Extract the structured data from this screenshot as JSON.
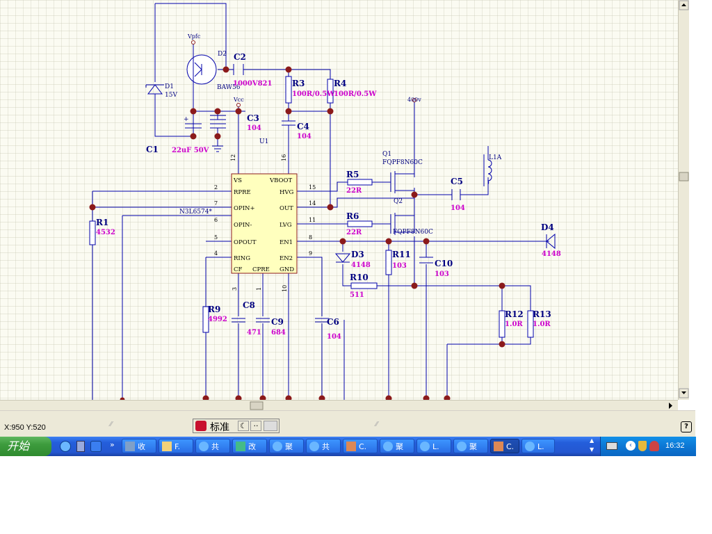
{
  "schematic": {
    "components": {
      "c1": "C1",
      "c1_value": "22uF 50V",
      "d1": "D1",
      "d1_value": "15V",
      "d2": "D2",
      "d2_value": "BAW56",
      "vpfc": "Vpfc",
      "vcc": "Vcc",
      "v400": "400v",
      "c2": "C2",
      "c2_value": "1000V821",
      "r3": "R3",
      "r3_value": "100R/0.5W",
      "r4": "R4",
      "r4_value": "100R/0.5W",
      "c3": "C3",
      "c3_value": "104",
      "c4": "C4",
      "c4_value": "104",
      "u1": "U1",
      "q1": "Q1",
      "q1_value": "FQPF8N60C",
      "q2": "Q2",
      "q2_value": "FQPF8N60C",
      "l1a": "L1A",
      "c5": "C5",
      "c5_value": "104",
      "r5": "R5",
      "r5_value": "22R",
      "r6": "R6",
      "r6_value": "22R",
      "d4": "D4",
      "d4_value": "4148",
      "r1": "R1",
      "r1_value": "4532",
      "n3l": "N3L6574*",
      "d3": "D3",
      "d3_value": "4148",
      "r11": "R11",
      "r11_value": "103",
      "c10": "C10",
      "c10_value": "103",
      "r10": "R10",
      "r10_value": "511",
      "r12": "R12",
      "r12_value": "1.0R",
      "r13": "R13",
      "r13_value": "1.0R",
      "r9": "R9",
      "r9_value": "4992",
      "c8": "C8",
      "c8_value": "471",
      "c9": "C9",
      "c9_value": "684",
      "c6": "C6",
      "c6_value": "104"
    },
    "ic_pins_left": [
      "VS",
      "RPRE",
      "OPIN+",
      "OPIN-",
      "OPOUT",
      "RING",
      "CF"
    ],
    "ic_pins_right": [
      "VBOOT",
      "HVG",
      "OUT",
      "LVG",
      "EN1",
      "EN2",
      "GND"
    ],
    "ic_pin_cpre": "CPRE",
    "pin_numbers": [
      "12",
      "16",
      "2",
      "7",
      "6",
      "5",
      "4",
      "15",
      "14",
      "11",
      "8",
      "9",
      "3",
      "1",
      "10"
    ],
    "plus_sign": "+"
  },
  "statusbar": {
    "coords": "X:950 Y:520",
    "ime_text": "标准"
  },
  "taskbar": {
    "start_label": "开始",
    "buttons": [
      "收",
      "F.",
      "共",
      "改",
      "聚",
      "共",
      "C.",
      "聚",
      "L.",
      "聚",
      "C.",
      "L."
    ],
    "clock": "16:32"
  },
  "colors": {
    "wire": "#0000aa",
    "junction": "#8b1a1a",
    "value_text": "#cc00cc",
    "designator_text": "#000080",
    "grid": "#c8c8b4"
  }
}
